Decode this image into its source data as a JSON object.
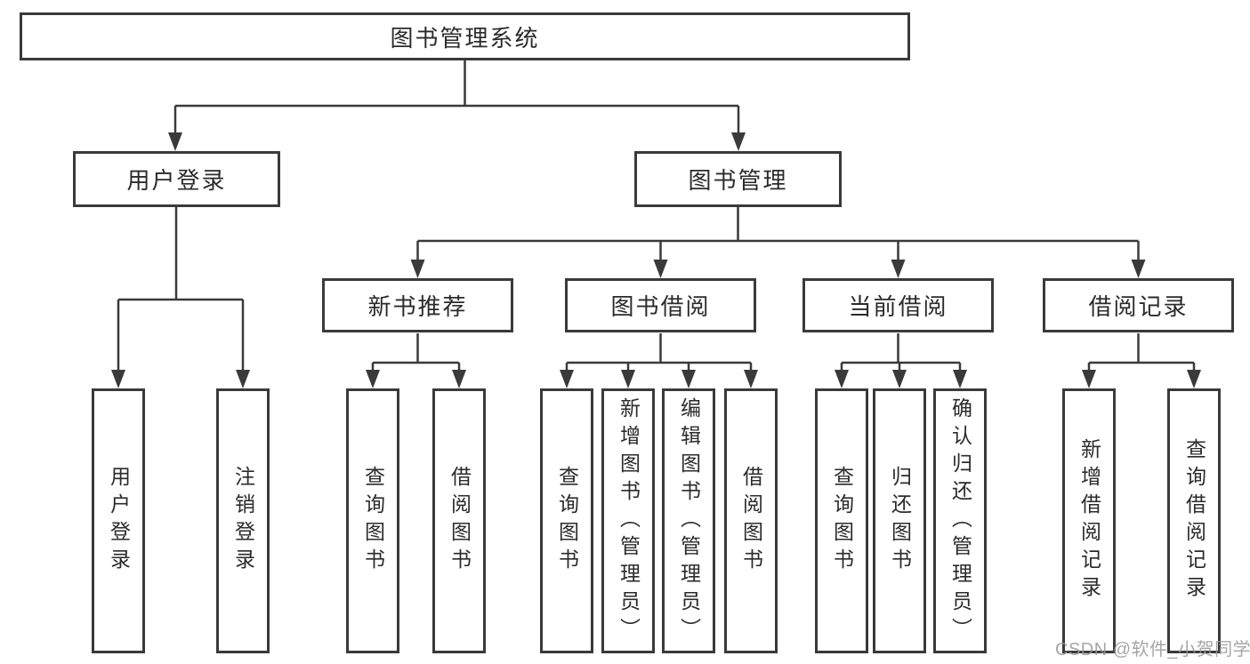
{
  "colors": {
    "background": "#ffffff",
    "line": "#3a3a3a",
    "box_border": "#3a3a3a",
    "text": "#2b2b2b",
    "watermark": "#9a9a9a"
  },
  "watermark": "CSDN @软件_小贺同学",
  "nodes": {
    "root": {
      "label": "图书管理系统"
    },
    "user_login": {
      "label": "用户登录",
      "children": [
        "用户登录",
        "注销登录"
      ]
    },
    "book_mgmt": {
      "label": "图书管理"
    },
    "new_books": {
      "label": "新书推荐",
      "children": [
        "查询图书",
        "借阅图书"
      ]
    },
    "book_borrow": {
      "label": "图书借阅",
      "children": [
        "查询图书",
        "新增图书（管理员）",
        "编辑图书（管理员）",
        "借阅图书"
      ]
    },
    "current_borrow": {
      "label": "当前借阅",
      "children": [
        "查询图书",
        "归还图书",
        "确认归还（管理员）"
      ]
    },
    "borrow_records": {
      "label": "借阅记录",
      "children": [
        "新增借阅记录",
        "查询借阅记录"
      ]
    }
  }
}
